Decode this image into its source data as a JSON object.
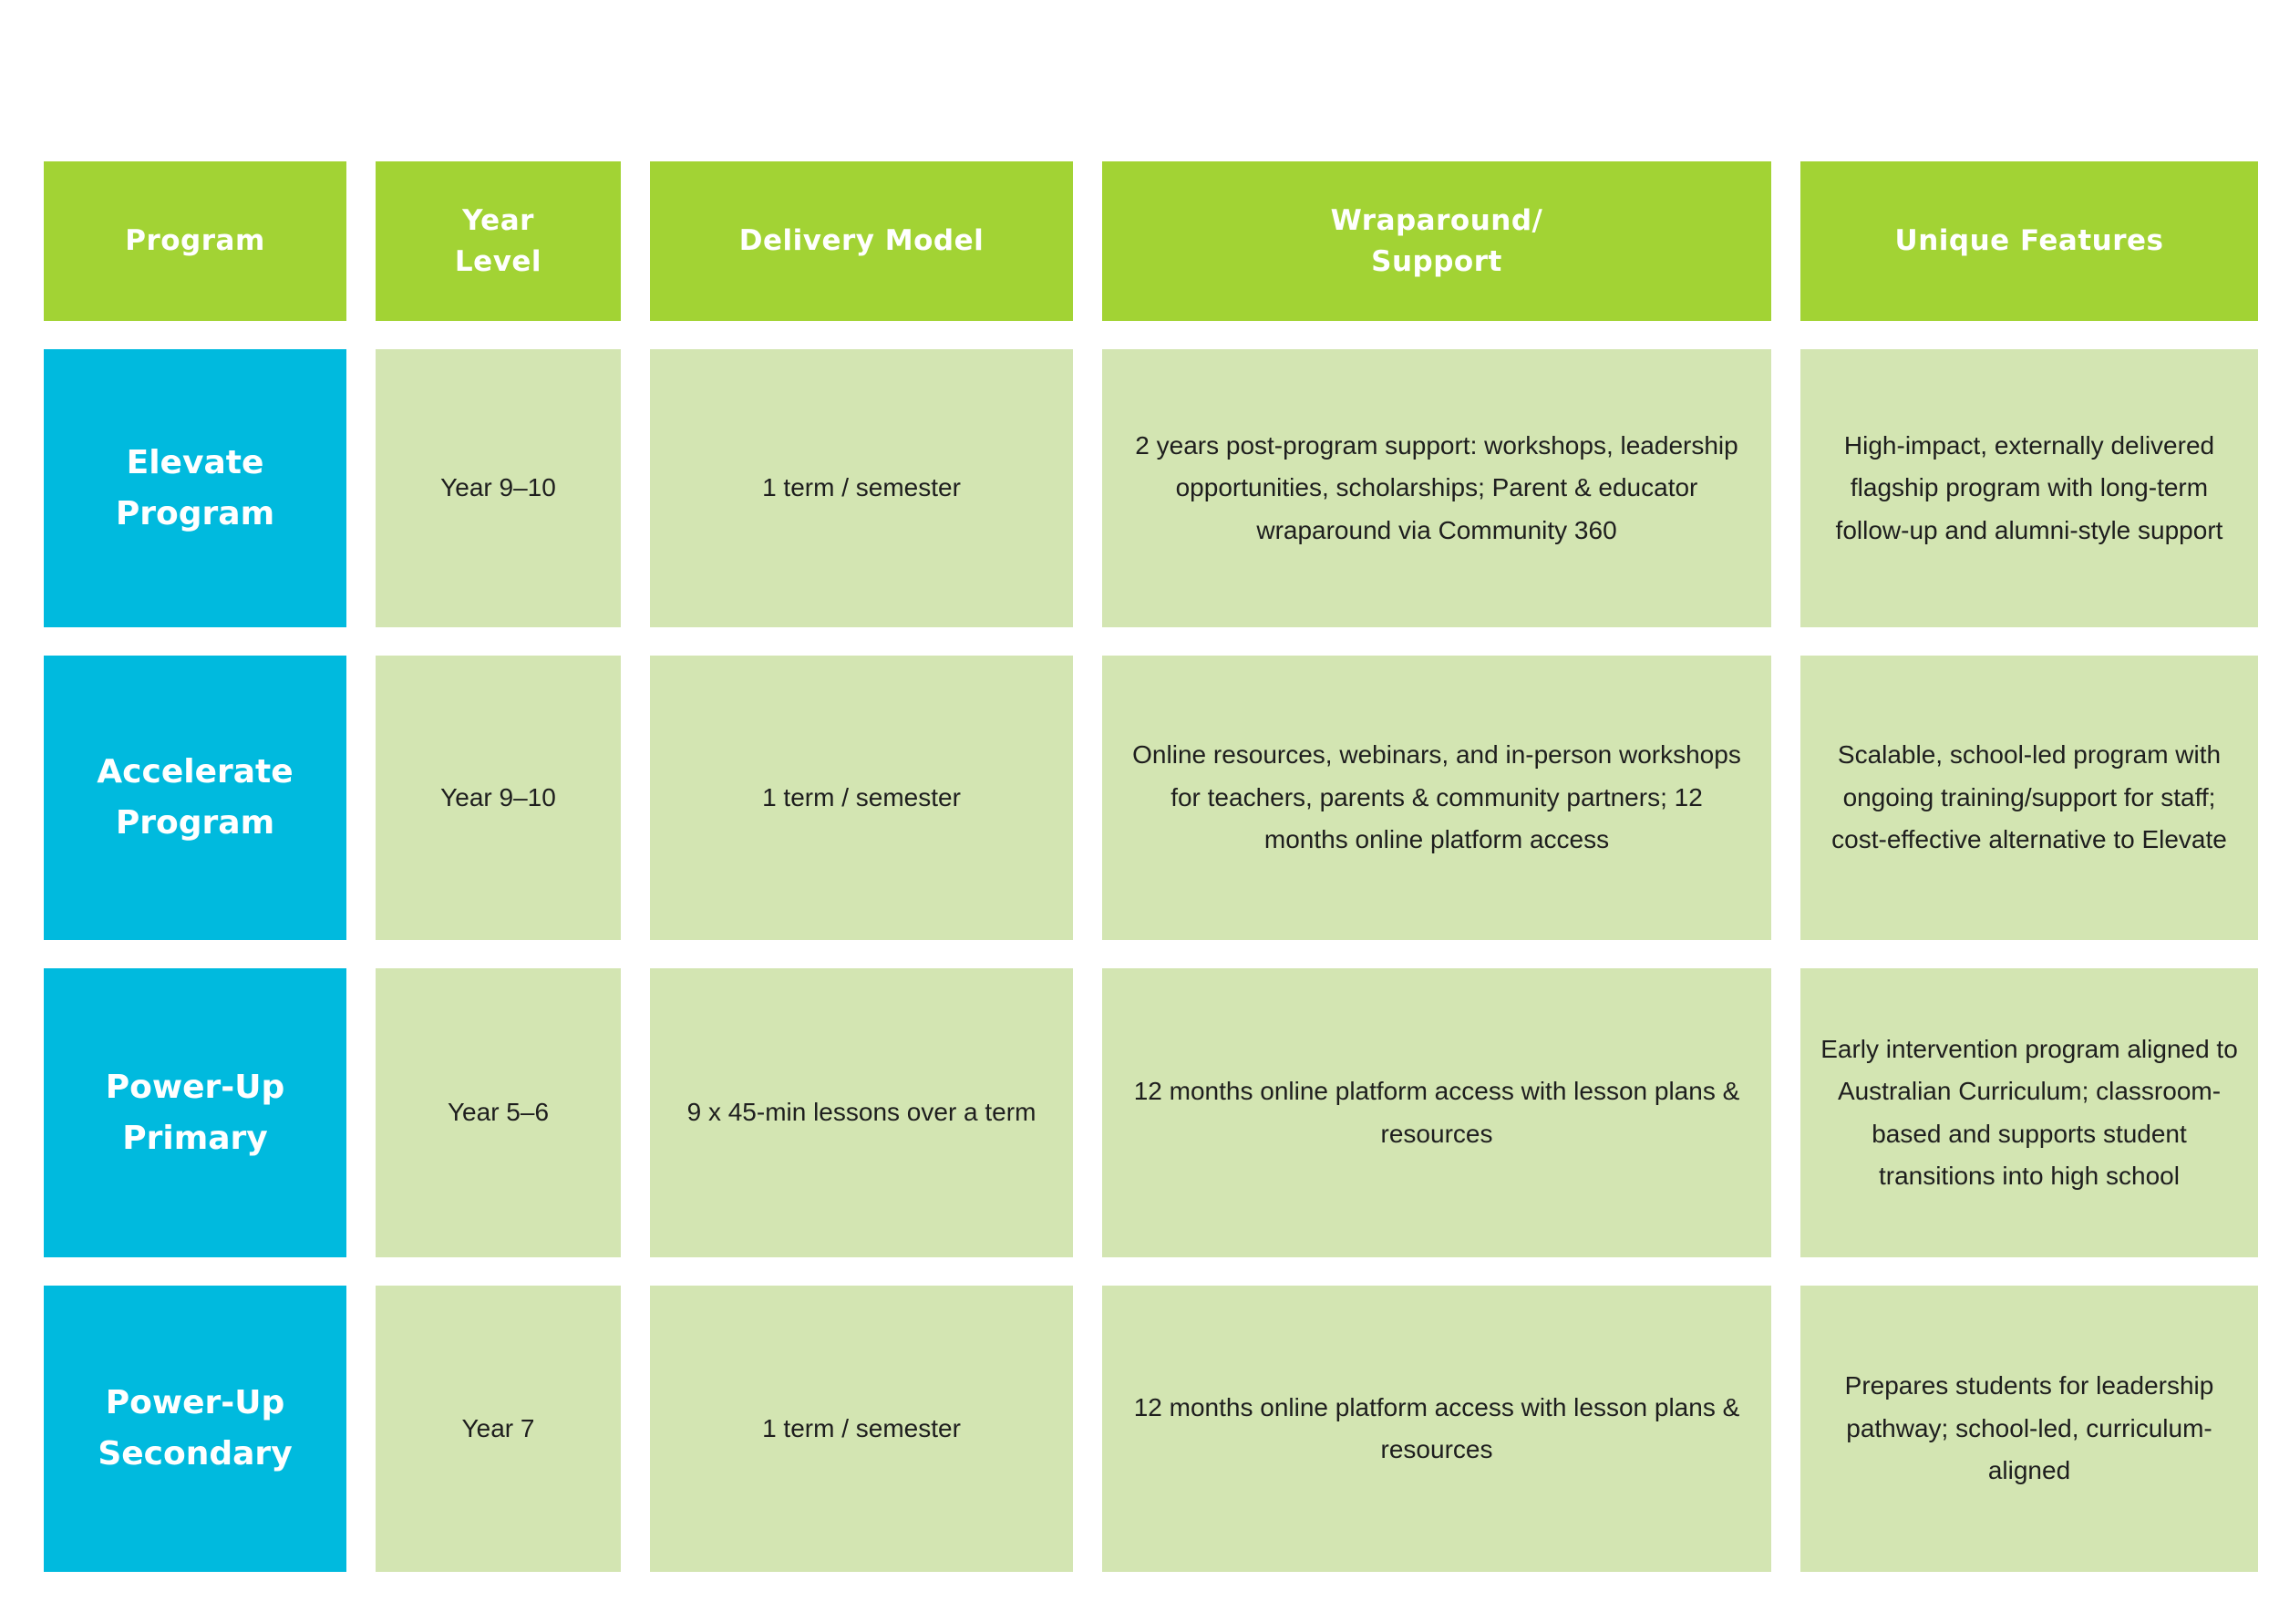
{
  "colors": {
    "header_bg": "#a2d334",
    "program_bg": "#00bade",
    "cell_bg": "#d3e5b2",
    "header_text": "#ffffff",
    "body_text": "#1e1e1e"
  },
  "table": {
    "headers": [
      {
        "label": "Program"
      },
      {
        "label": "Year\nLevel"
      },
      {
        "label": "Delivery Model"
      },
      {
        "label": "Wraparound/\nSupport"
      },
      {
        "label": "Unique Features"
      }
    ],
    "rows": [
      {
        "program": "Elevate\nProgram",
        "year_level": "Year 9–10",
        "delivery_model": "1 term / semester",
        "wraparound_support": "2 years post-program support: workshops, leadership opportunities, scholarships; Parent & educator wraparound via Community 360",
        "unique_features": "High-impact, externally delivered flagship program with long-term follow-up and alumni-style support"
      },
      {
        "program": "Accelerate\nProgram",
        "year_level": "Year 9–10",
        "delivery_model": "1 term / semester",
        "wraparound_support": "Online resources, webinars, and in-person workshops for teachers, parents & community partners; 12 months online platform access",
        "unique_features": "Scalable, school-led program with ongoing training/support for staff; cost-effective alternative to Elevate"
      },
      {
        "program": "Power-Up\nPrimary",
        "year_level": "Year 5–6",
        "delivery_model": "9 x 45-min lessons over a term",
        "wraparound_support": "12 months online platform access with lesson plans & resources",
        "unique_features": "Early intervention program aligned to Australian Curriculum; classroom-based and supports student transitions into high school"
      },
      {
        "program": "Power-Up\nSecondary",
        "year_level": "Year 7",
        "delivery_model": "1 term / semester",
        "wraparound_support": "12 months online platform access with lesson plans & resources",
        "unique_features": "Prepares students for leadership pathway; school-led, curriculum-aligned"
      }
    ]
  }
}
